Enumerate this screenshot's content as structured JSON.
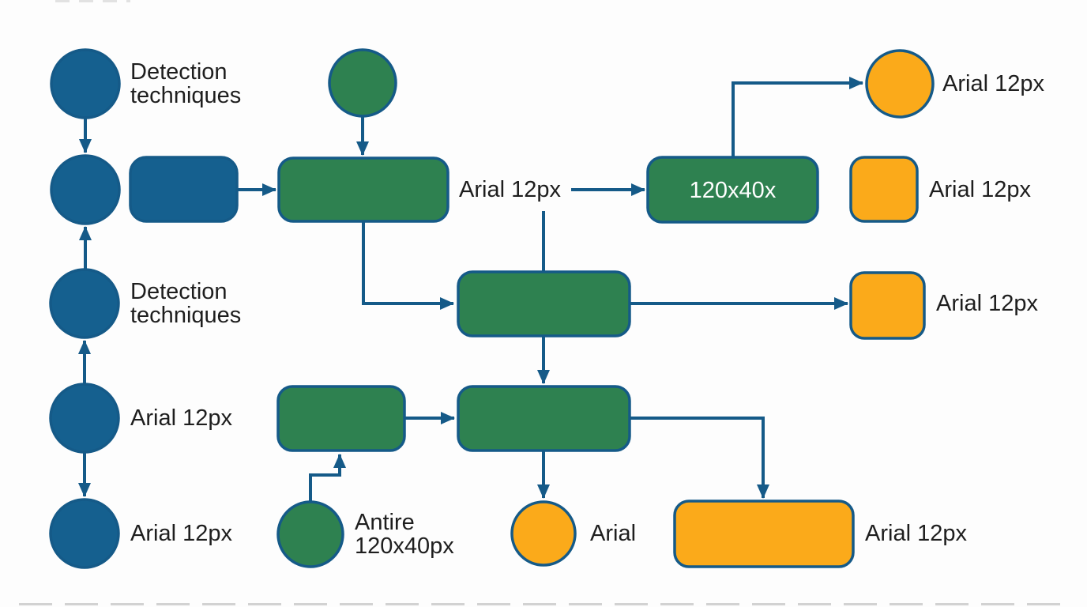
{
  "colors": {
    "node_blue": "#15608f",
    "node_green": "#2e8150",
    "node_orange": "#fbaa1a",
    "connector_stroke": "#155a88",
    "label_text": "#1e1e1e",
    "inner_label_text": "#ffffff",
    "background": "#fdfdfd"
  },
  "labels": {
    "detection_1": "Detection\ntechniques",
    "detection_2": "Detection\ntechniques",
    "blue_circle_4": "Arial 12px",
    "blue_circle_5": "Arial 12px",
    "green_rect_top_caption": "Arial 12px",
    "green_rect_120_inner": "120x40x",
    "orange_circle_top": "Arial 12px",
    "orange_square_top": "Arial 12px",
    "orange_square_mid": "Arial 12px",
    "orange_rect_bottom": "Arial 12px",
    "orange_circle_bottom": "Arial",
    "green_circle_bottom": "Antire\n120x40px"
  },
  "structure": {
    "nodes": [
      {
        "id": "blue-circle-1",
        "shape": "circle",
        "color": "blue",
        "label": "Detection techniques"
      },
      {
        "id": "blue-circle-2",
        "shape": "circle",
        "color": "blue",
        "label": ""
      },
      {
        "id": "blue-circle-3",
        "shape": "circle",
        "color": "blue",
        "label": "Detection techniques"
      },
      {
        "id": "blue-circle-4",
        "shape": "circle",
        "color": "blue",
        "label": "Arial 12px"
      },
      {
        "id": "blue-circle-5",
        "shape": "circle",
        "color": "blue",
        "label": "Arial 12px"
      },
      {
        "id": "blue-rect",
        "shape": "rounded-rect",
        "color": "blue",
        "label": ""
      },
      {
        "id": "green-circle-top",
        "shape": "circle",
        "color": "green",
        "label": ""
      },
      {
        "id": "green-rect-top",
        "shape": "rounded-rect",
        "color": "green",
        "label": "Arial 12px"
      },
      {
        "id": "green-rect-120",
        "shape": "rounded-rect",
        "color": "green",
        "label": "120x40x"
      },
      {
        "id": "green-rect-mid",
        "shape": "rounded-rect",
        "color": "green",
        "label": ""
      },
      {
        "id": "green-rect-low",
        "shape": "rounded-rect",
        "color": "green",
        "label": ""
      },
      {
        "id": "green-rect-small",
        "shape": "rounded-rect",
        "color": "green",
        "label": ""
      },
      {
        "id": "green-circle-bottom",
        "shape": "circle",
        "color": "green",
        "label": "Antire 120x40px"
      },
      {
        "id": "orange-circle-top",
        "shape": "circle",
        "color": "orange",
        "label": "Arial 12px"
      },
      {
        "id": "orange-square-top",
        "shape": "rounded-square",
        "color": "orange",
        "label": "Arial 12px"
      },
      {
        "id": "orange-square-mid",
        "shape": "rounded-square",
        "color": "orange",
        "label": "Arial 12px"
      },
      {
        "id": "orange-rect-bottom",
        "shape": "rounded-rect",
        "color": "orange",
        "label": "Arial 12px"
      },
      {
        "id": "orange-circle-bottom",
        "shape": "circle",
        "color": "orange",
        "label": "Arial"
      }
    ],
    "edges": [
      {
        "from": "blue-circle-1",
        "to": "blue-circle-2",
        "arrow": true
      },
      {
        "from": "blue-circle-3",
        "to": "blue-circle-2",
        "arrow": true
      },
      {
        "from": "blue-circle-4",
        "to": "blue-circle-3",
        "arrow": true
      },
      {
        "from": "blue-circle-4",
        "to": "blue-circle-5",
        "arrow": true
      },
      {
        "from": "blue-rect",
        "to": "green-rect-top",
        "arrow": true
      },
      {
        "from": "green-circle-top",
        "to": "green-rect-top",
        "arrow": true
      },
      {
        "from": "green-rect-top-caption",
        "to": "green-rect-120",
        "arrow": true
      },
      {
        "from": "green-rect-top",
        "to": "green-rect-mid",
        "arrow": true
      },
      {
        "from": "green-rect-top-caption",
        "to": "green-rect-mid",
        "arrow": false
      },
      {
        "from": "green-rect-mid",
        "to": "orange-square-mid",
        "arrow": true
      },
      {
        "from": "green-rect-mid",
        "to": "green-rect-low",
        "arrow": true
      },
      {
        "from": "green-rect-small",
        "to": "green-rect-low",
        "arrow": true
      },
      {
        "from": "green-rect-low",
        "to": "orange-circle-bottom",
        "arrow": true
      },
      {
        "from": "green-rect-low",
        "to": "orange-rect-bottom",
        "arrow": true
      },
      {
        "from": "green-rect-120",
        "to": "orange-circle-top",
        "arrow": true
      },
      {
        "from": "green-rect-120",
        "to": "orange-square-top",
        "arrow": true
      },
      {
        "from": "green-circle-bottom",
        "to": "green-rect-small",
        "arrow": true
      }
    ]
  }
}
